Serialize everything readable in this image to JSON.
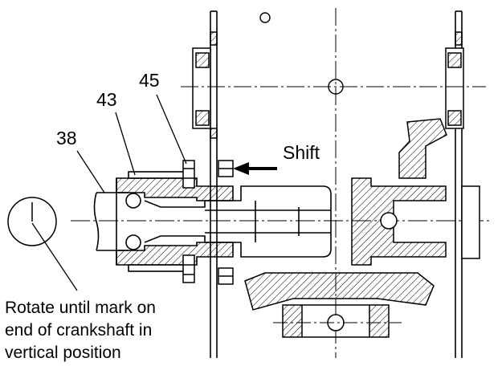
{
  "callouts": {
    "part_45": "45",
    "part_43": "43",
    "part_38": "38",
    "shift": "Shift"
  },
  "note": {
    "line1": "Rotate until mark on",
    "line2": "end of crankshaft in",
    "line3": "vertical position"
  },
  "colors": {
    "ink": "#000000",
    "paper": "#ffffff"
  }
}
